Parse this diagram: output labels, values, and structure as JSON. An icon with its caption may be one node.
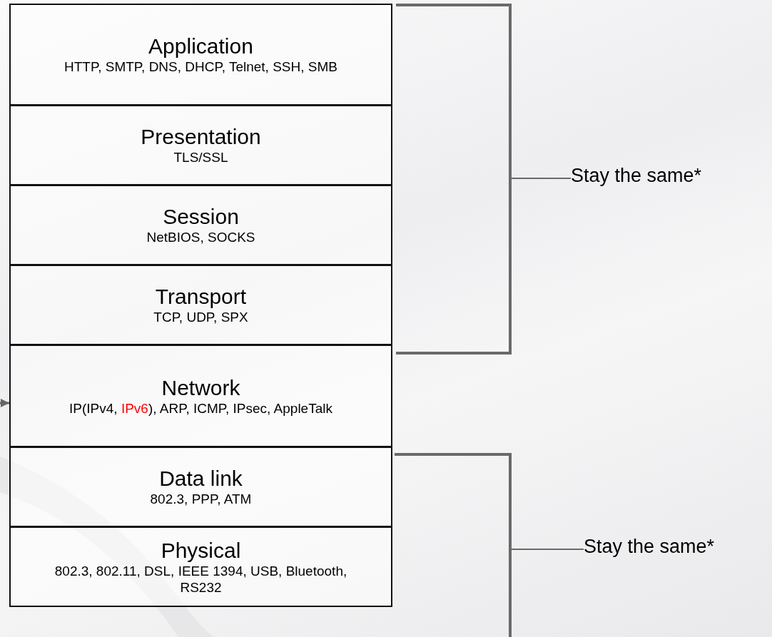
{
  "diagram": {
    "nodes": [
      {
        "text": [
          "Application",
          "HTTP, SMTP, DNS, DHCP, Telnet, SSH, SMB"
        ]
      },
      {
        "text": [
          "Presentation",
          "TLS/SSL"
        ]
      },
      {
        "text": [
          "Session",
          "NetBIOS, SOCKS"
        ]
      },
      {
        "text": [
          "Transport",
          "TCP, UDP, SPX"
        ]
      },
      {
        "text": [
          "Network",
          "IP(IPv4, IPv6), ARP, ICMP, IPsec, AppleTalk"
        ]
      },
      {
        "text": [
          "Data link",
          "802.3, PPP, ATM"
        ]
      },
      {
        "text": [
          "Physical",
          "802.3, 802.11, DSL, IEEE 1394, USB, Bluetooth, RS232"
        ]
      }
    ],
    "edges": [
      {
        "from": null,
        "to": 4,
        "arrow": "to"
      }
    ],
    "labels": [
      "Stay the same*",
      "Stay the same*"
    ]
  }
}
